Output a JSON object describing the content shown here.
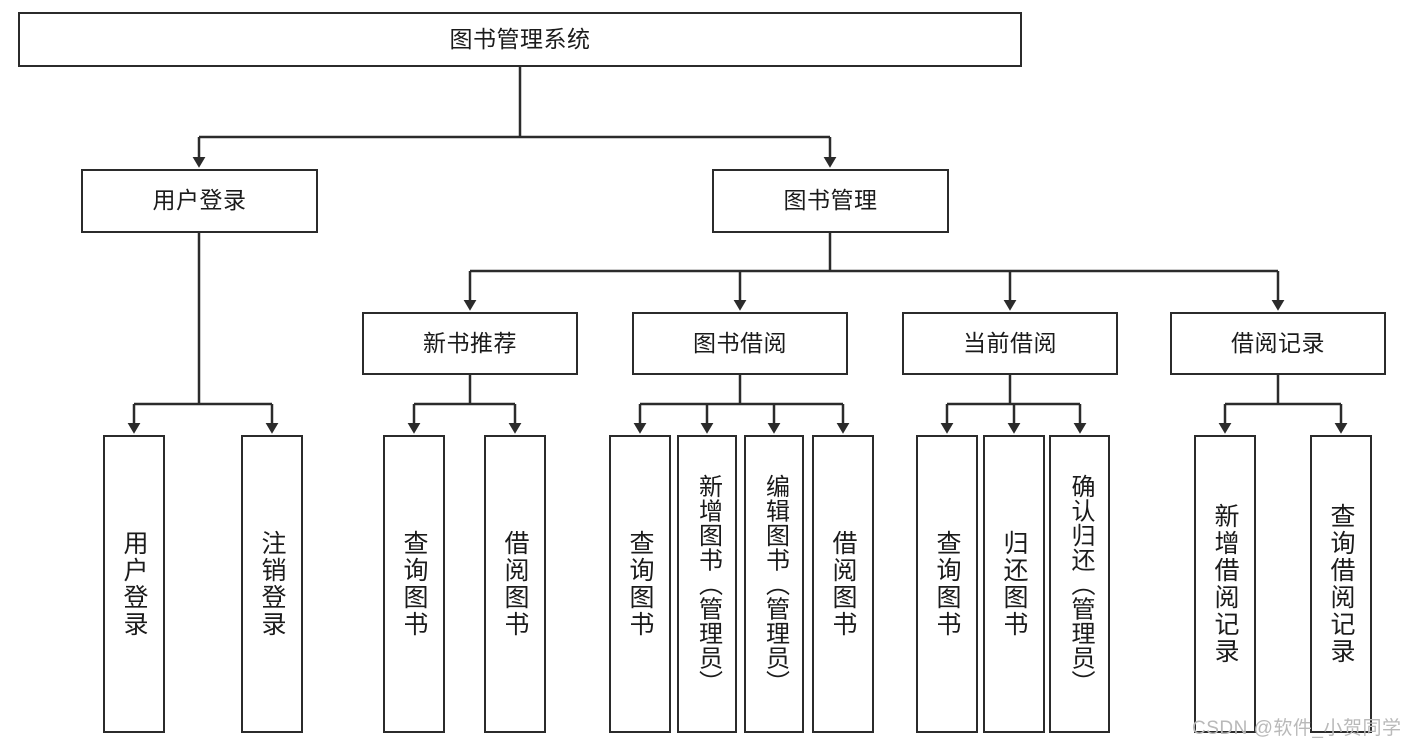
{
  "diagram": {
    "type": "tree-hierarchy-chart",
    "title_text": "图书管理系统",
    "stroke_color": "#2b2b2b",
    "fill_color": "#ffffff",
    "text_color": "#1b1b1b",
    "root": {
      "label": "图书管理系统"
    },
    "level2": [
      {
        "label": "用户登录"
      },
      {
        "label": "图书管理"
      }
    ],
    "level3": [
      {
        "label": "新书推荐"
      },
      {
        "label": "图书借阅"
      },
      {
        "label": "当前借阅"
      },
      {
        "label": "借阅记录"
      }
    ],
    "leaves": {
      "user_login": [
        {
          "label": "用户登录"
        },
        {
          "label": "注销登录"
        }
      ],
      "new_book_recommend": [
        {
          "label": "查询图书"
        },
        {
          "label": "借阅图书"
        }
      ],
      "book_borrow": [
        {
          "label": "查询图书"
        },
        {
          "label": "新增图书（管理员）"
        },
        {
          "label": "编辑图书（管理员）"
        },
        {
          "label": "借阅图书"
        }
      ],
      "current_borrow": [
        {
          "label": "查询图书"
        },
        {
          "label": "归还图书"
        },
        {
          "label": "确认归还（管理员）"
        }
      ],
      "borrow_record": [
        {
          "label": "新增借阅记录"
        },
        {
          "label": "查询借阅记录"
        }
      ]
    }
  },
  "watermark": {
    "text": "CSDN @软件_小贺同学"
  }
}
